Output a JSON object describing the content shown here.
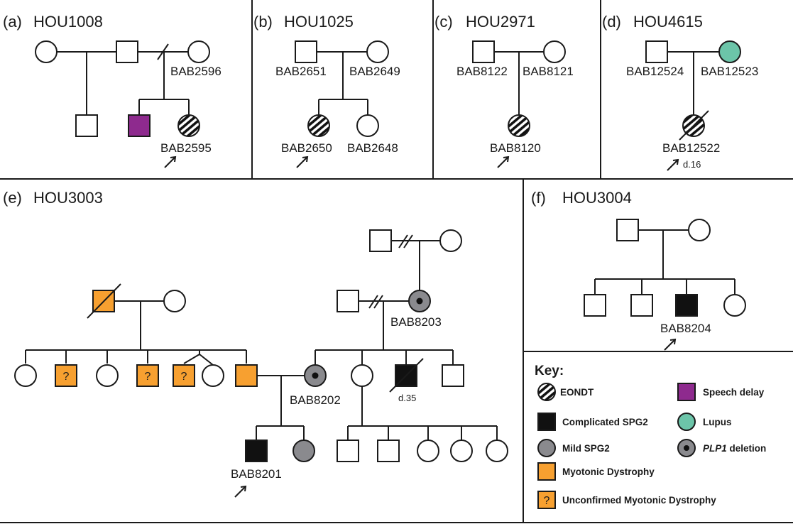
{
  "colors": {
    "speech_delay": "#8e2a8e",
    "lupus": "#6cc5a9",
    "myotonic": "#f7a030",
    "mild_spg2": "#8a8a8e",
    "complicated_spg2": "#111111",
    "line": "#1a1a1a"
  },
  "panels": {
    "a": {
      "letter": "(a)",
      "family": "HOU1008",
      "labels": [
        "BAB2596",
        "BAB2595"
      ]
    },
    "b": {
      "letter": "(b)",
      "family": "HOU1025",
      "labels": [
        "BAB2651",
        "BAB2649",
        "BAB2650",
        "BAB2648"
      ]
    },
    "c": {
      "letter": "(c)",
      "family": "HOU2971",
      "labels": [
        "BAB8122",
        "BAB8121",
        "BAB8120"
      ]
    },
    "d": {
      "letter": "(d)",
      "family": "HOU4615",
      "labels": [
        "BAB12524",
        "BAB12523",
        "BAB12522"
      ],
      "death_note": "d.16"
    },
    "e": {
      "letter": "(e)",
      "family": "HOU3003",
      "labels": [
        "BAB8203",
        "BAB8202",
        "BAB8201"
      ],
      "death_note": "d.35",
      "unconfirmed_mark": "?"
    },
    "f": {
      "letter": "(f)",
      "family": "HOU3004",
      "labels": [
        "BAB8204"
      ]
    }
  },
  "key": {
    "title": "Key:",
    "items": [
      {
        "id": "eondt",
        "label": "EONDT",
        "symbol": "hatched-circle"
      },
      {
        "id": "speech_delay",
        "label": "Speech delay",
        "symbol": "purple-square"
      },
      {
        "id": "complicated_spg2",
        "label": "Complicated SPG2",
        "symbol": "black-square"
      },
      {
        "id": "lupus",
        "label": "Lupus",
        "symbol": "teal-circle"
      },
      {
        "id": "mild_spg2",
        "label": "Mild SPG2",
        "symbol": "gray-circle"
      },
      {
        "id": "plp1_gene",
        "label": "PLP1",
        "symbol": "dotted-gray-circle"
      },
      {
        "id": "plp1_rest",
        "label": " deletion",
        "symbol": ""
      },
      {
        "id": "myotonic",
        "label": "Myotonic Dystrophy",
        "symbol": "orange-square"
      },
      {
        "id": "unconfirmed",
        "label": "Unconfirmed Myotonic Dystrophy",
        "symbol": "orange-square-question"
      }
    ]
  }
}
